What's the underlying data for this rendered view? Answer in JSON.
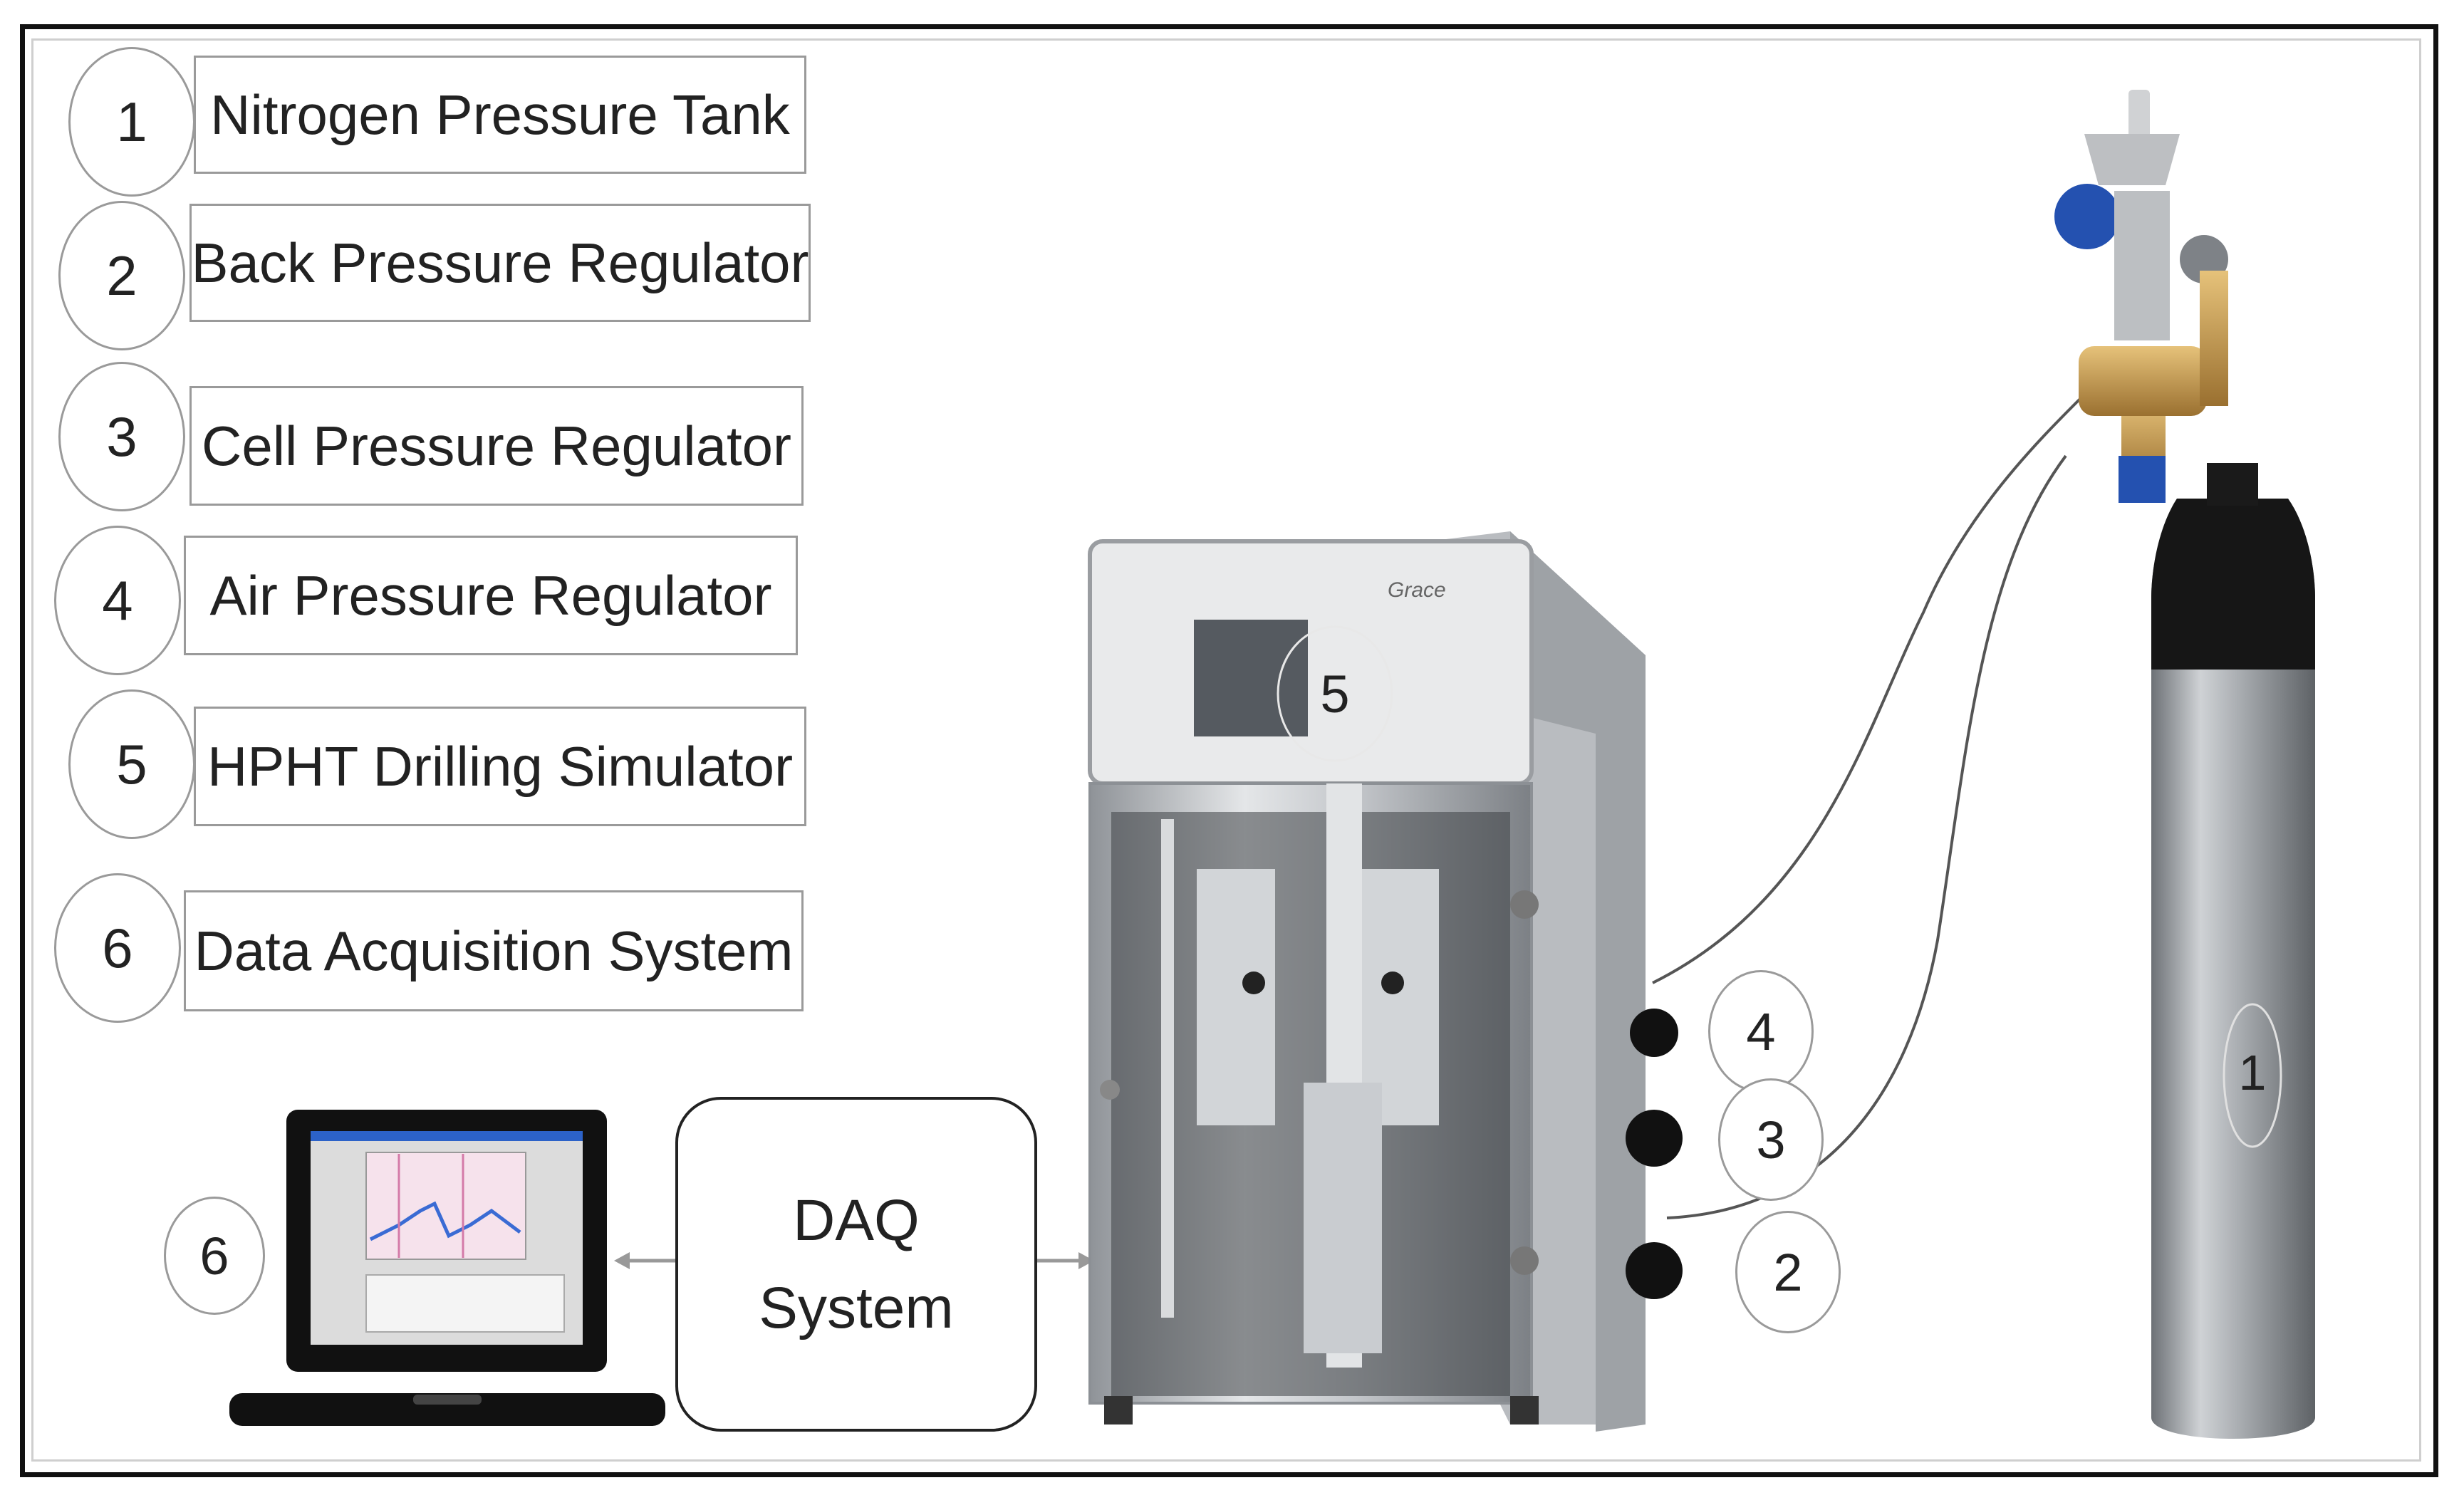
{
  "legend": [
    {
      "num": "1",
      "label": "Nitrogen Pressure Tank"
    },
    {
      "num": "2",
      "label": "Back Pressure Regulator"
    },
    {
      "num": "3",
      "label": "Cell Pressure Regulator"
    },
    {
      "num": "4",
      "label": "Air Pressure Regulator"
    },
    {
      "num": "5",
      "label": "HPHT Drilling Simulator"
    },
    {
      "num": "6",
      "label": "Data Acquisition System"
    }
  ],
  "daq": {
    "line1": "DAQ",
    "line2": "System"
  },
  "callouts": {
    "laptop": "6",
    "simulator": "5",
    "regulator_air": "4",
    "regulator_cell": "3",
    "regulator_back": "2",
    "tank": "1"
  },
  "simulator_brand": "Grace"
}
